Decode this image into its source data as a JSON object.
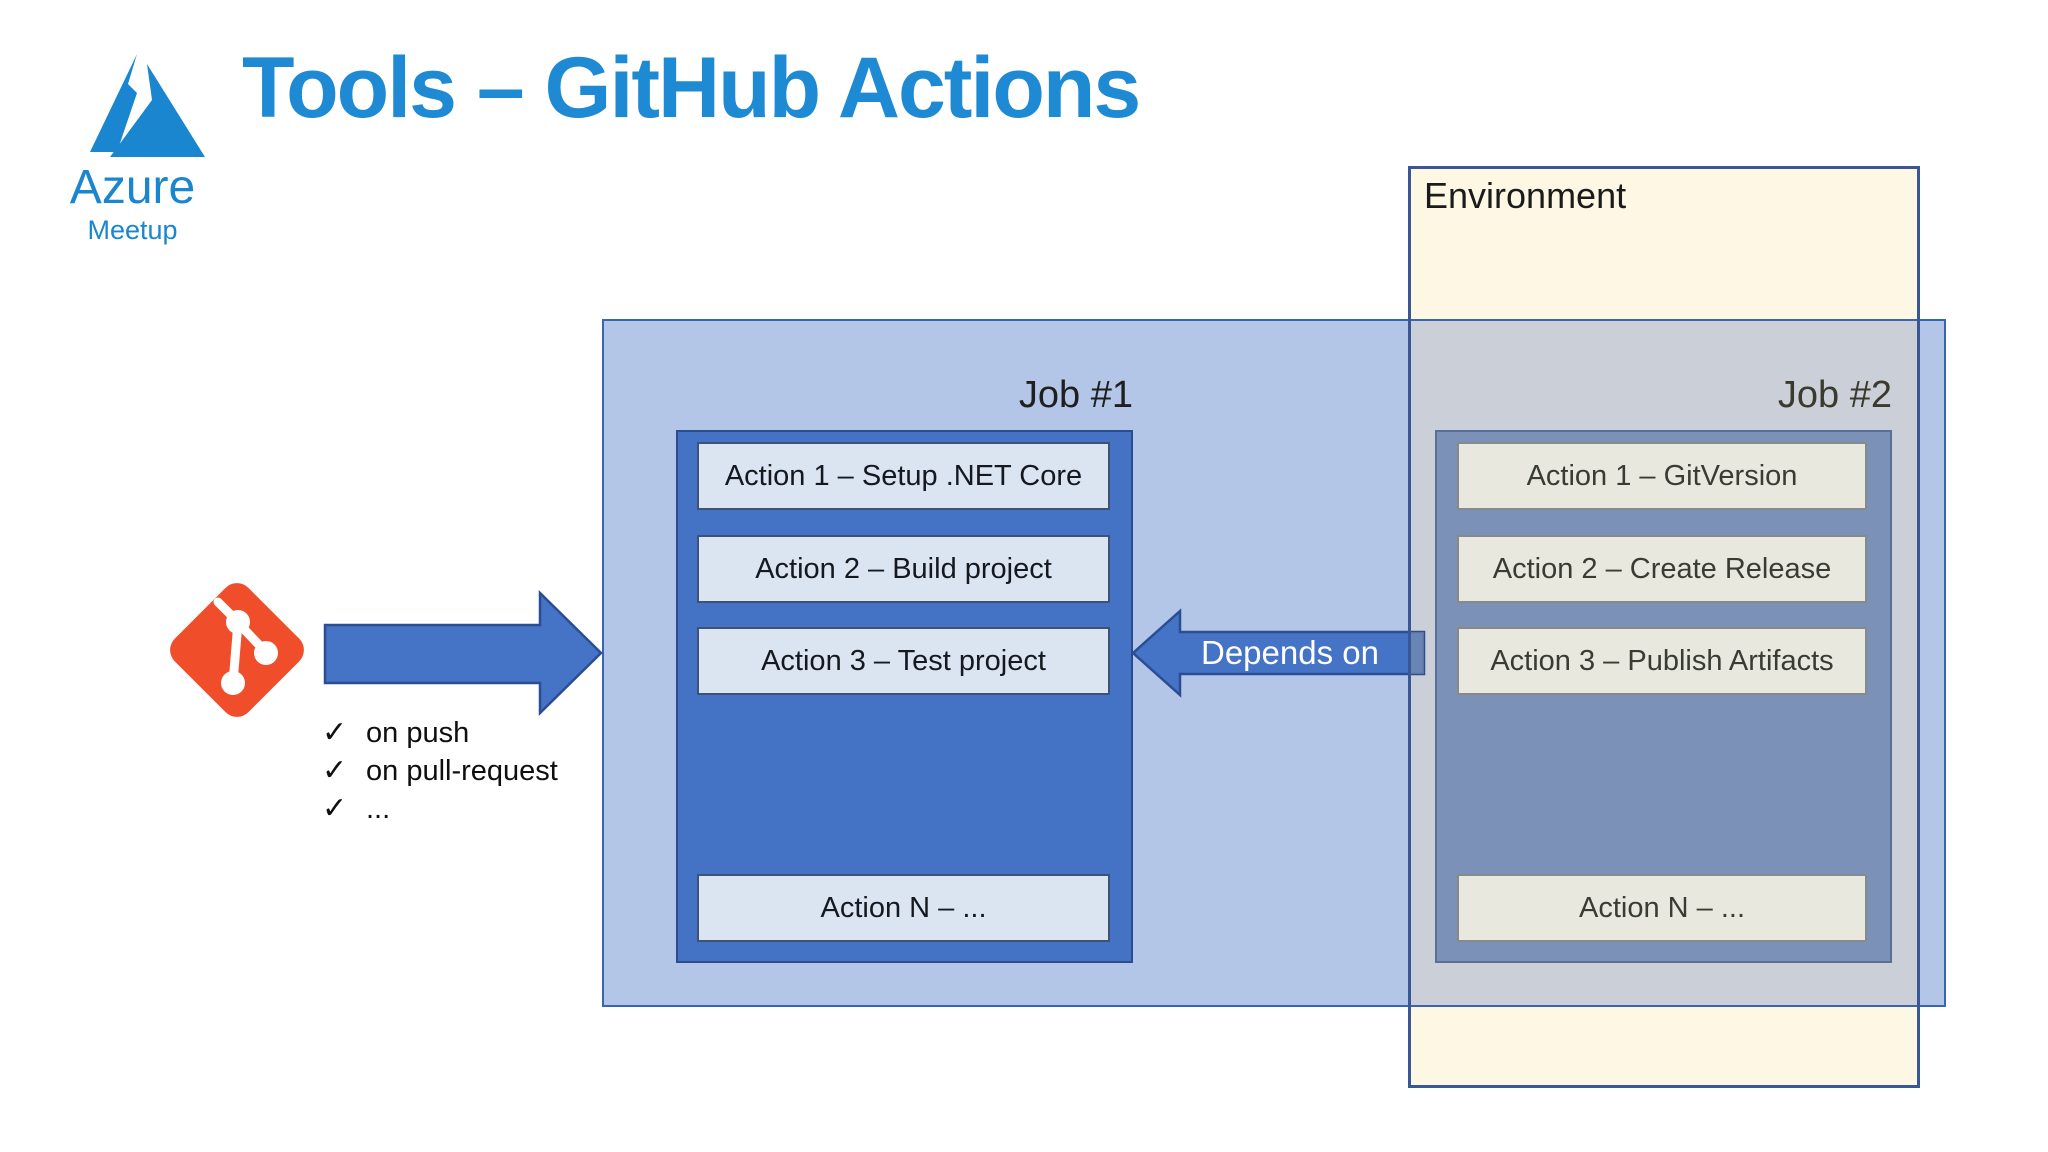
{
  "slide": {
    "title": "Tools – GitHub Actions",
    "logo": {
      "brand": "Azure",
      "subbrand": "Meetup"
    }
  },
  "environment": {
    "label": "Environment"
  },
  "jobs": [
    {
      "label": "Job #1",
      "actions": [
        "Action 1 – Setup .NET Core",
        "Action 2 – Build project",
        "Action 3 – Test project",
        "Action N – ..."
      ]
    },
    {
      "label": "Job #2",
      "actions": [
        "Action 1 – GitVersion",
        "Action 2 – Create Release",
        "Action 3 – Publish Artifacts",
        "Action N – ..."
      ]
    }
  ],
  "triggers": {
    "check": "✓",
    "items": [
      "on push",
      "on pull-request",
      "..."
    ]
  },
  "depends_arrow": {
    "label": "Depends on"
  },
  "icons": {
    "git": "git-logo-icon",
    "azure": "azure-logo-icon",
    "push_arrow": "right-arrow-icon",
    "depends_arrow_icon": "left-arrow-icon"
  },
  "colors": {
    "title_blue": "#1e8ad3",
    "logo_blue": "#1a86d0",
    "job_container_blue": "#b3c6e7",
    "job_inner_blue": "#4472c4",
    "action_row_light": "#dbe5f2",
    "environment_cream": "#fdf7e3",
    "environment_border": "#3a5795",
    "environment_overlap_gray": "#cbd0d8",
    "job2_inner_muted": "#7c91b8",
    "job2_row_cream": "#e9e8df",
    "arrow_blue": "#4573c5",
    "git_orange": "#f04e2a"
  }
}
